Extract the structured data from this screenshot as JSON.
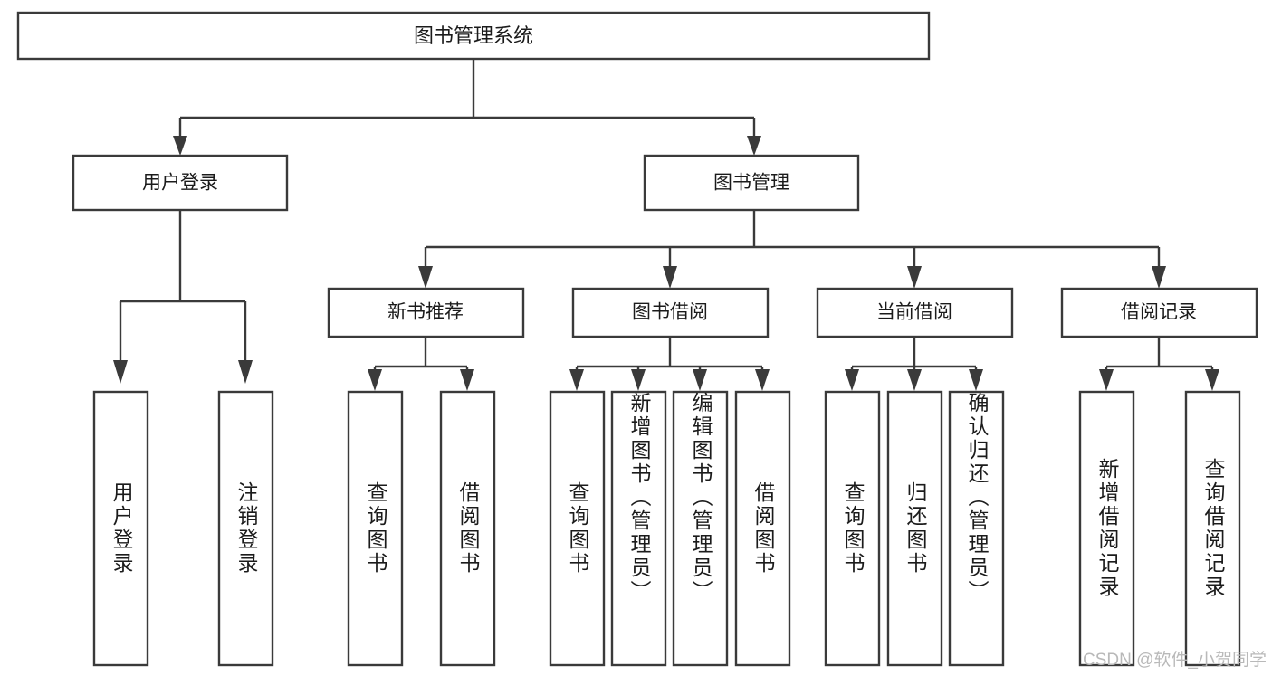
{
  "diagram": {
    "title": "图书管理系统",
    "type": "hierarchy-tree",
    "root": {
      "label": "图书管理系统"
    },
    "level1": [
      {
        "label": "用户登录"
      },
      {
        "label": "图书管理"
      }
    ],
    "level2": [
      {
        "label": "新书推荐"
      },
      {
        "label": "图书借阅"
      },
      {
        "label": "当前借阅"
      },
      {
        "label": "借阅记录"
      }
    ],
    "leaves": {
      "user_login": [
        {
          "label": "用户登录"
        },
        {
          "label": "注销登录"
        }
      ],
      "new_book_recommend": [
        {
          "label": "查询图书"
        },
        {
          "label": "借阅图书"
        }
      ],
      "book_borrow": [
        {
          "label": "查询图书"
        },
        {
          "label": "新增图书（管理员）"
        },
        {
          "label": "编辑图书（管理员）"
        },
        {
          "label": "借阅图书"
        }
      ],
      "current_borrow": [
        {
          "label": "查询图书"
        },
        {
          "label": "归还图书"
        },
        {
          "label": "确认归还（管理员）"
        }
      ],
      "borrow_record": [
        {
          "label": "新增借阅记录"
        },
        {
          "label": "查询借阅记录"
        }
      ]
    }
  },
  "watermark": {
    "text": "CSDN @软件_小贺同学"
  },
  "colors": {
    "box_stroke": "#3a3a3a",
    "box_fill": "#ffffff",
    "text": "#1b1b1b",
    "watermark": "#b9b9b9",
    "background": "#ffffff"
  }
}
